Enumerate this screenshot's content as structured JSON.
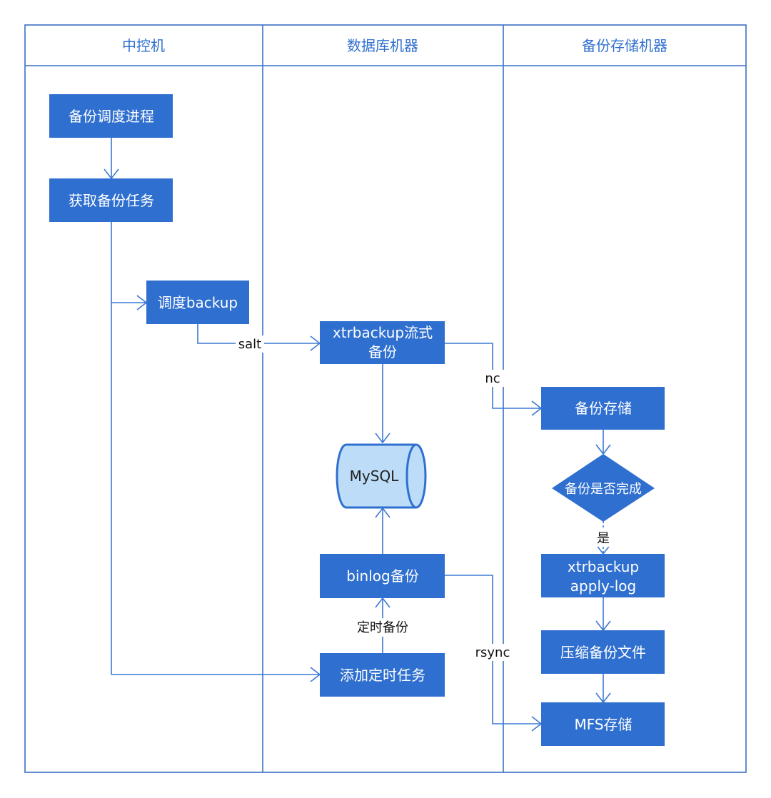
{
  "lanes": {
    "control": "中控机",
    "database": "数据库机器",
    "storage": "备份存储机器"
  },
  "nodes": {
    "backup_scheduler": "备份调度进程",
    "fetch_task": "获取备份任务",
    "schedule_backup": "调度backup",
    "xtrabackup_stream": [
      "xtrbackup流式",
      "备份"
    ],
    "mysql": "MySQL",
    "binlog_backup": "binlog备份",
    "add_cron_task": "添加定时任务",
    "backup_store": "备份存储",
    "backup_done_check": "备份是否完成",
    "apply_log": [
      "xtrbackup",
      "apply-log"
    ],
    "compress_files": "压缩备份文件",
    "mfs_store": "MFS存储"
  },
  "edge_labels": {
    "salt": "salt",
    "nc": "nc",
    "yes": "是",
    "timed_backup": "定时备份",
    "rsync": "rsync"
  },
  "colors": {
    "box": "#2f6fcf",
    "lane_border": "#3a6fc6",
    "connector": "#3a78d4",
    "database_fill": "#bcdcf7"
  }
}
